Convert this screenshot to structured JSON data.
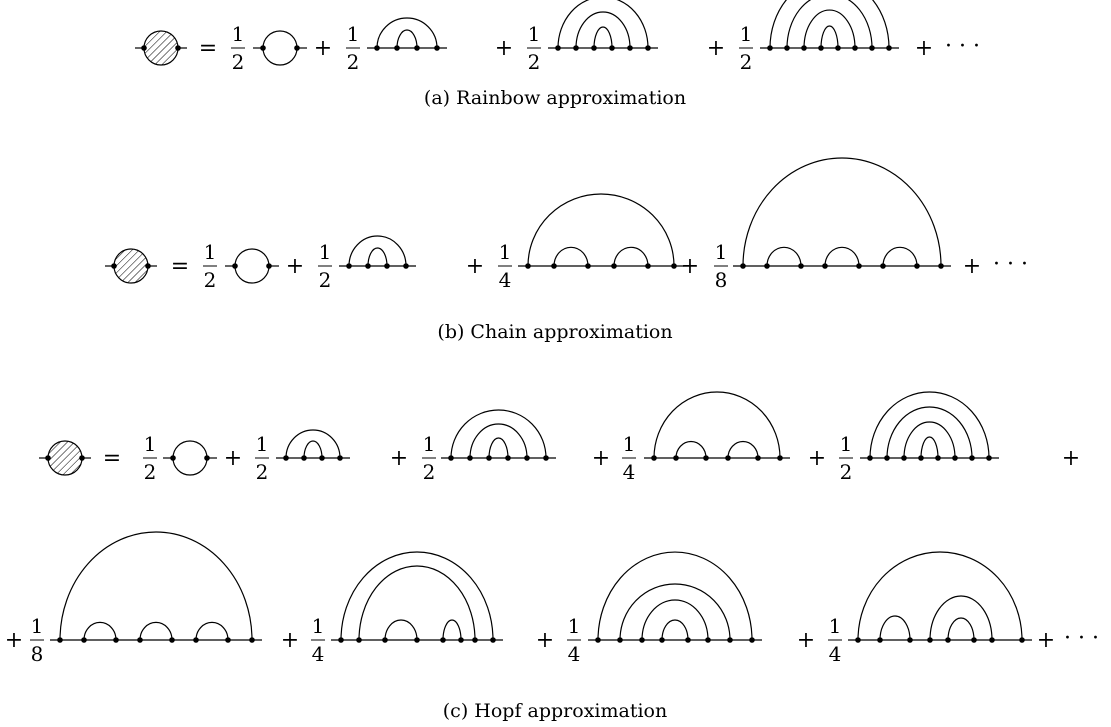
{
  "rows": [
    {
      "row_label": "a",
      "items": [
        "1/2",
        "1/2",
        "1/2",
        "1/2"
      ],
      "diagrams": [
        "bubble",
        "rainbow2",
        "rainbow3",
        "rainbow4"
      ],
      "ends_with_dots": true
    },
    {
      "row_label": "b",
      "items": [
        "1/2",
        "1/2",
        "1/4",
        "1/8"
      ],
      "diagrams": [
        "bubble",
        "rainbow2",
        "chain2",
        "chain3"
      ],
      "ends_with_dots": true
    },
    {
      "row_label": "c1",
      "items": [
        "1/2",
        "1/2",
        "1/2",
        "1/4",
        "1/2"
      ],
      "diagrams": [
        "bubble",
        "rainbow2",
        "rainbow3",
        "chain2",
        "rainbow4"
      ],
      "ends_with_plus": true
    },
    {
      "row_label": "c2",
      "items": [
        "1/8",
        "1/4",
        "1/4",
        "1/4"
      ],
      "diagrams": [
        "chain3",
        "nest-chain",
        "rainbow-in-arc",
        "mixed-arc"
      ],
      "leading_plus": true,
      "ends_with_dots": true
    }
  ],
  "captions": {
    "a": "(a) Rainbow approximation",
    "b": "(b) Chain approximation",
    "c": "(c) Hopf approximation"
  },
  "symbols": {
    "equals": "=",
    "plus": "+",
    "ellipsis": "· · ·"
  },
  "colors": {
    "stroke": "#000000",
    "hatch": "#000000",
    "background": "#ffffff"
  }
}
